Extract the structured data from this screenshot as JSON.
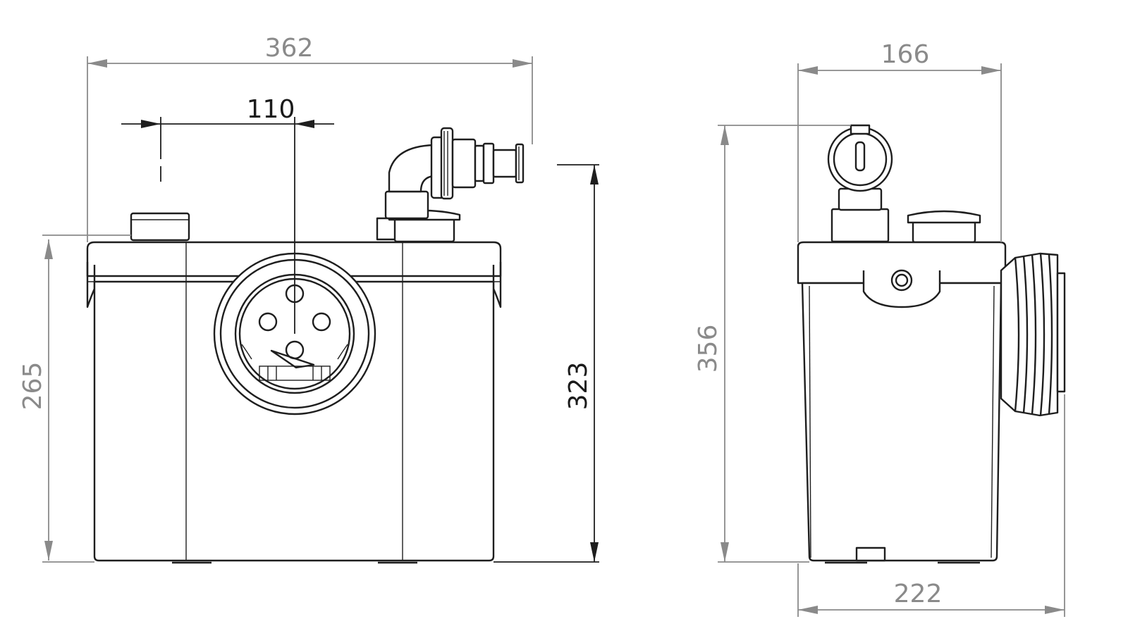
{
  "dimensions": {
    "front_width": "362",
    "inlet_offset": "110",
    "front_height": "265",
    "outlet_height": "323",
    "side_height": "356",
    "side_top_width": "166",
    "side_bottom_width": "222"
  },
  "colors": {
    "line": "#1e1e1e",
    "dimension_gray": "#8a8a8a",
    "background": "#ffffff"
  }
}
